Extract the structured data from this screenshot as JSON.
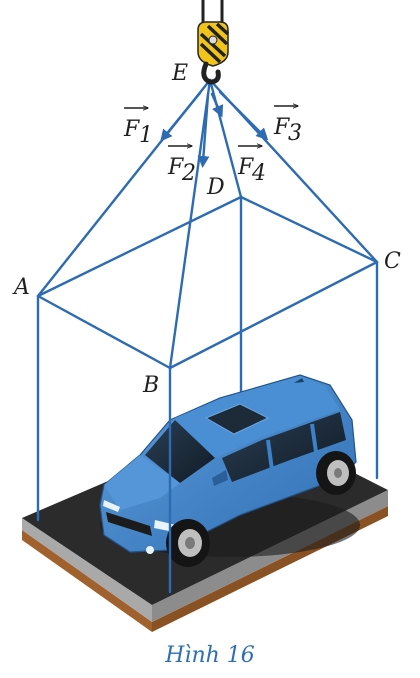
{
  "points": {
    "E": "E",
    "A": "A",
    "B": "B",
    "C": "C",
    "D": "D"
  },
  "forces": {
    "F1": "F",
    "F1_sub": "1",
    "F2": "F",
    "F2_sub": "2",
    "F3": "F",
    "F3_sub": "3",
    "F4": "F",
    "F4_sub": "4"
  },
  "caption": "Hình 16",
  "colors": {
    "rope": "#2d6bb3",
    "car_body": "#3d82c9",
    "platform_top": "#2b2b2b",
    "platform_edge": "#9a9a9a",
    "platform_base": "#a0612c",
    "hook": "#f0c419",
    "caption": "#2e6fb4"
  },
  "icons": [
    "crane-hook-icon",
    "car-icon",
    "sunroof-icon"
  ]
}
